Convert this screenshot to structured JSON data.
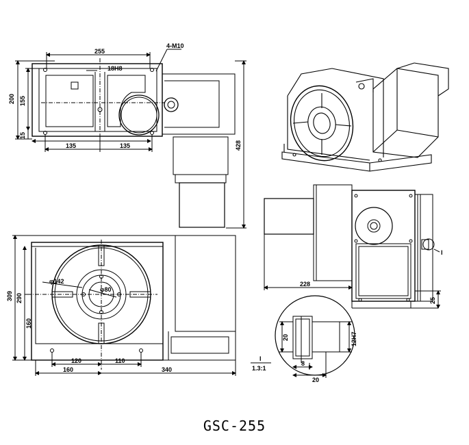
{
  "title": "GSC-255",
  "top_view": {
    "width": "255",
    "thread": "4-M10",
    "slot": "18H8",
    "height_total": "200",
    "height_inner": "155",
    "edge": "15",
    "half_left": "135",
    "half_right": "135",
    "overall_length": "428"
  },
  "front_view": {
    "dia_outer": "φ142",
    "dia_inner": "φ80",
    "height_total": "309",
    "height_body": "290",
    "center_height": "160",
    "bolt_left": "120",
    "bolt_right": "110",
    "base_left": "160",
    "base_right": "340"
  },
  "side_view": {
    "depth": "228",
    "base": "25",
    "callout": "I"
  },
  "detail_view": {
    "label": "I",
    "scale": "1.3:1",
    "h": "20",
    "key_h": "12H7",
    "key_w": "8",
    "w": "20"
  }
}
